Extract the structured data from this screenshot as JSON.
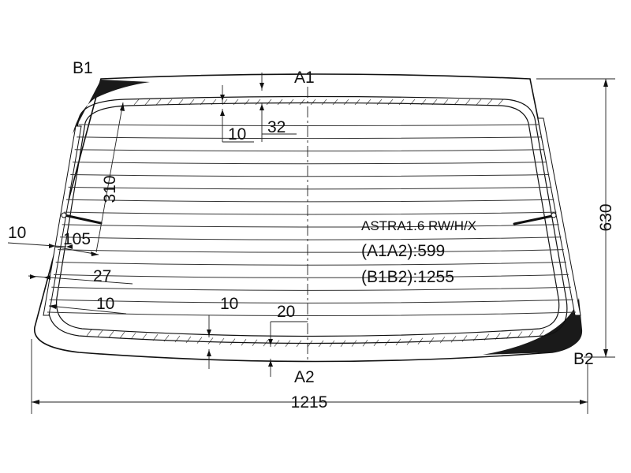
{
  "points": {
    "a1": "A1",
    "a2": "A2",
    "b1": "B1",
    "b2": "B2"
  },
  "model": {
    "name": "ASTRA1.6 RW/H/X",
    "a1a2": "(A1A2):599",
    "b1b2": "(B1B2):1255"
  },
  "dimensions": {
    "width": "1215",
    "height": "630",
    "top_band": "32",
    "top_margin": "10",
    "diag_height": "310",
    "left_margin": "10",
    "left_offset_105": "105",
    "left_offset_27": "27",
    "bottom_left_margin": "10",
    "bottom_margin": "10",
    "bottom_band": "20"
  },
  "colors": {
    "outline": "#111111",
    "ceramic_frit": "#1a1a1a",
    "background": "#ffffff"
  },
  "heater": {
    "line_count": 16
  }
}
